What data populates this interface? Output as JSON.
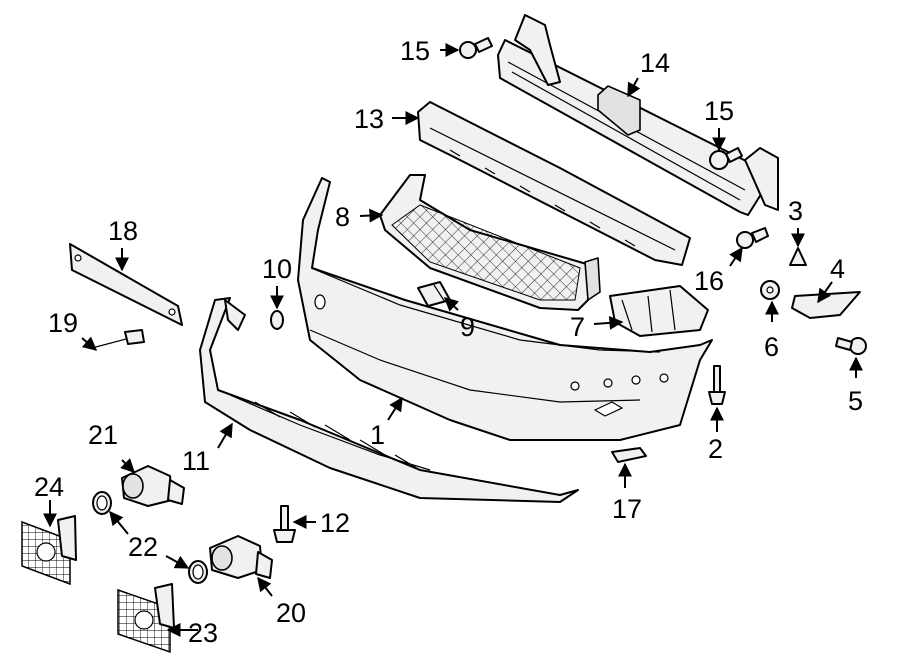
{
  "callouts": {
    "c1": "1",
    "c2": "2",
    "c3": "3",
    "c4": "4",
    "c5": "5",
    "c6": "6",
    "c7": "7",
    "c8": "8",
    "c9": "9",
    "c10": "10",
    "c11": "11",
    "c12": "12",
    "c13": "13",
    "c14": "14",
    "c15a": "15",
    "c15b": "15",
    "c16": "16",
    "c17": "17",
    "c18": "18",
    "c19": "19",
    "c20": "20",
    "c21": "21",
    "c22": "22",
    "c23": "23",
    "c24": "24"
  }
}
